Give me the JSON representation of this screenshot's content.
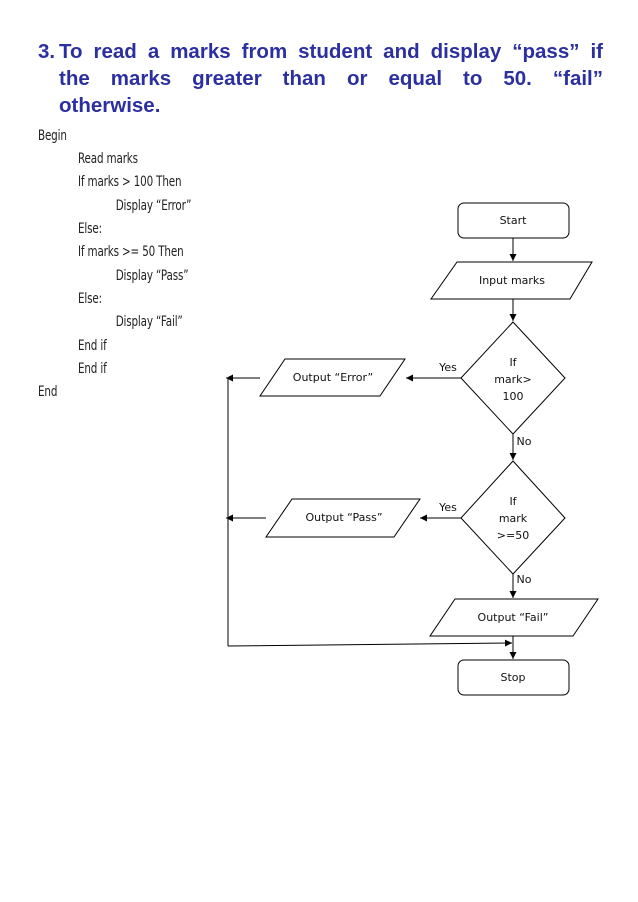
{
  "heading": {
    "number": "3.",
    "lines": [
      "To read a marks from student and display “pass” if",
      "the marks greater than or equal to 50. “fail”",
      "otherwise."
    ]
  },
  "pseudocode": [
    "Begin",
    "Read marks",
    "If marks > 100 Then",
    "Display “Error”",
    "Else:",
    "If marks >= 50 Then",
    "Display “Pass”",
    "Else:",
    "Display “Fail”",
    "End if",
    "End if",
    "End"
  ],
  "flowchart": {
    "start": "Start",
    "input": "Input marks",
    "decision1": [
      "If",
      "mark>",
      "100"
    ],
    "decision2": [
      "If",
      "mark",
      ">=50"
    ],
    "yes1": "Yes",
    "no1": "No",
    "yes2": "Yes",
    "no2": "No",
    "output_error": "Output “Error”",
    "output_pass": "Output “Pass”",
    "output_fail": "Output “Fail”",
    "stop": "Stop"
  },
  "colors": {
    "heading": "#2b2fa0"
  }
}
